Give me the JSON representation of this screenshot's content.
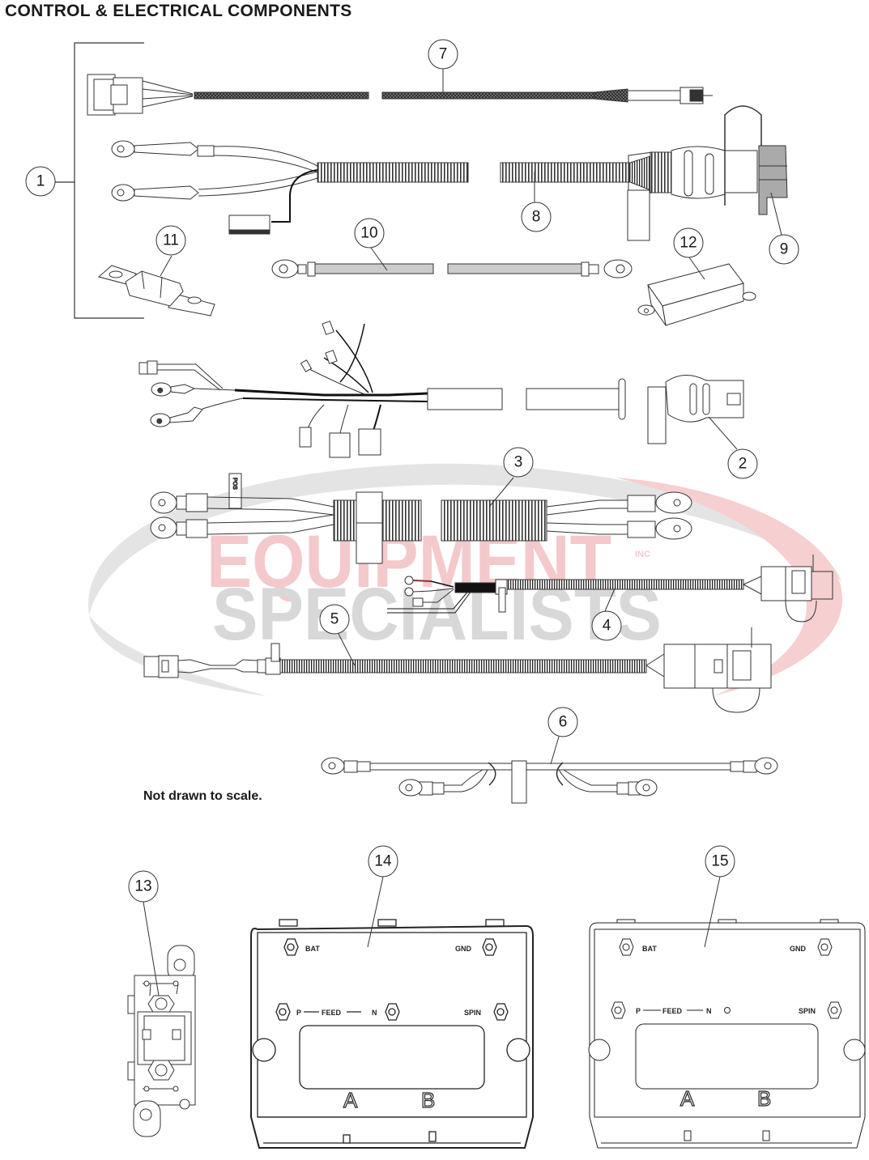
{
  "page": {
    "title": "CONTROL & ELECTRICAL COMPONENTS",
    "note": "Not drawn to scale."
  },
  "watermark": {
    "line1": "EQUIPMENT",
    "line2": "SPECIALISTS",
    "suffix": "INC",
    "colors": {
      "red": "#f4c4c6",
      "gray": "#d6d6d6",
      "swoosh_red": "#f7d0d2",
      "swoosh_gray": "#e2e2e2"
    }
  },
  "callouts": [
    {
      "id": "1",
      "label": "1",
      "part": "harness-assembly-group"
    },
    {
      "id": "2",
      "label": "2",
      "part": "control-harness"
    },
    {
      "id": "3",
      "label": "3",
      "part": "battery-cable-pair"
    },
    {
      "id": "4",
      "label": "4",
      "part": "pigtail-harness"
    },
    {
      "id": "5",
      "label": "5",
      "part": "adapter-harness"
    },
    {
      "id": "6",
      "label": "6",
      "part": "jumper-cable"
    },
    {
      "id": "7",
      "label": "7",
      "part": "braided-cable"
    },
    {
      "id": "8",
      "label": "8",
      "part": "power-harness"
    },
    {
      "id": "9",
      "label": "9",
      "part": "connector-cover"
    },
    {
      "id": "10",
      "label": "10",
      "part": "ground-cable"
    },
    {
      "id": "11",
      "label": "11",
      "part": "fuse"
    },
    {
      "id": "12",
      "label": "12",
      "part": "module"
    },
    {
      "id": "13",
      "label": "13",
      "part": "relay"
    },
    {
      "id": "14",
      "label": "14",
      "part": "controller"
    },
    {
      "id": "15",
      "label": "15",
      "part": "controller-with-indicator"
    }
  ],
  "controllers": {
    "c14": {
      "bat": "BAT",
      "gnd": "GND",
      "p": "P",
      "feed": "FEED",
      "n": "N",
      "spin": "SPIN",
      "a": "A",
      "b": "B"
    },
    "c15": {
      "bat": "BAT",
      "gnd": "GND",
      "p": "P",
      "feed": "FEED",
      "n": "N",
      "spin": "SPIN",
      "a": "A",
      "b": "B"
    }
  },
  "tags": {
    "pos": "POS"
  }
}
